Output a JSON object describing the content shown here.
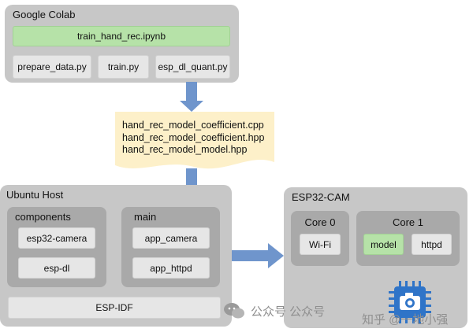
{
  "colab": {
    "title": "Google Colab",
    "notebook": "train_hand_rec.ipynb",
    "scripts": [
      "prepare_data.py",
      "train.py",
      "esp_dl_quant.py"
    ]
  },
  "model_files": {
    "lines": [
      "hand_rec_model_coefficient.cpp",
      "hand_rec_model_coefficient.hpp",
      "hand_rec_model_model.hpp"
    ]
  },
  "ubuntu": {
    "title": "Ubuntu Host",
    "components_title": "components",
    "components": [
      "esp32-camera",
      "esp-dl"
    ],
    "main_title": "main",
    "main_items": [
      "app_camera",
      "app_httpd"
    ],
    "idf": "ESP-IDF"
  },
  "esp32": {
    "title": "ESP32-CAM",
    "core0_title": "Core 0",
    "core0_items": [
      "Wi-Fi"
    ],
    "core1_title": "Core 1",
    "core1_items": [
      "model",
      "httpd"
    ]
  },
  "watermark": {
    "left": "公众号 公众号",
    "right": "知乎 @一地小强"
  },
  "colors": {
    "group": "#c7c7c7",
    "subgroup": "#a9a9a9",
    "box": "#e6e6e6",
    "highlight": "#b6e2a8",
    "arrow": "#6f95cc",
    "document": "#fdf0c9",
    "chip": "#2f74c8"
  },
  "icons": [
    "chip-icon",
    "camera-icon",
    "wechat-icon"
  ]
}
